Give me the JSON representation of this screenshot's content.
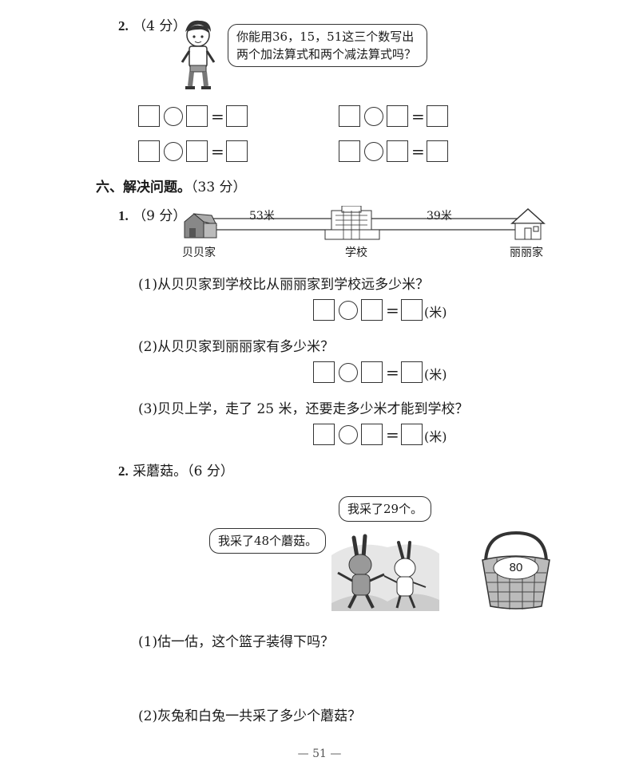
{
  "q2_top": {
    "number": "2.",
    "score": "（4 分）",
    "bubble": "你能用36，15，51这三个数写出两个加法算式和两个减法算式吗？"
  },
  "section6": {
    "title": "六、解决问题。",
    "score": "（33 分）"
  },
  "p1": {
    "number": "1.",
    "score": "（9 分）",
    "dist_left": "53米",
    "dist_right": "39米",
    "place_left": "贝贝家",
    "place_mid": "学校",
    "place_right": "丽丽家",
    "sub1": "(1)从贝贝家到学校比从丽丽家到学校远多少米？",
    "sub2": "(2)从贝贝家到丽丽家有多少米？",
    "sub3": "(3)贝贝上学，走了 25 米，还要走多少米才能到学校？",
    "unit": "(米)"
  },
  "p2": {
    "number": "2.",
    "title": "采蘑菇。",
    "score": "（6 分）",
    "bubble_left": "我采了48个蘑菇。",
    "bubble_right": "我采了29个。",
    "basket_value": "80",
    "sub1": "(1)估一估，这个篮子装得下吗？",
    "sub2": "(2)灰兔和白兔一共采了多少个蘑菇？"
  },
  "footer": {
    "page": "— 51 —"
  }
}
